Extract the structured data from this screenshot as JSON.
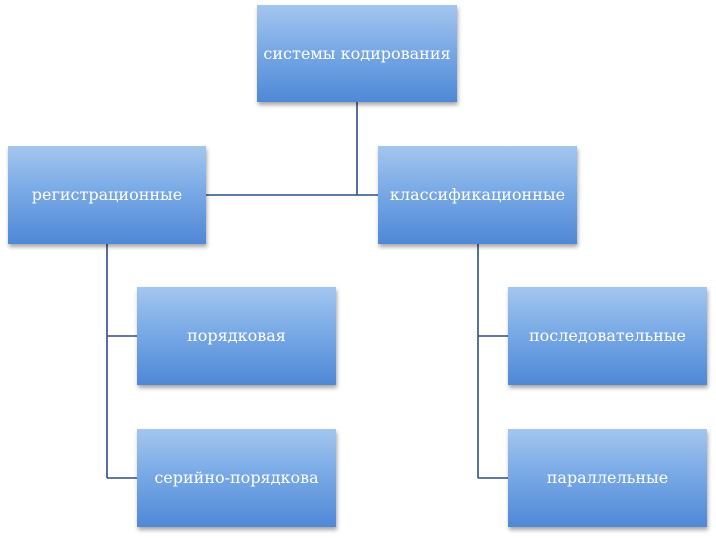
{
  "diagram": {
    "root": {
      "label": "системы кодирования"
    },
    "registration": {
      "label": "регистрационные",
      "children": [
        "порядковая",
        "серийно-порядкова"
      ]
    },
    "classification": {
      "label": "классификационные",
      "children": [
        "последовательные",
        "параллельные"
      ]
    },
    "colors": {
      "box_top": "#a4c6ef",
      "box_bottom": "#4f88d6",
      "connector": "#2a4f87",
      "text": "#ffffff"
    }
  }
}
